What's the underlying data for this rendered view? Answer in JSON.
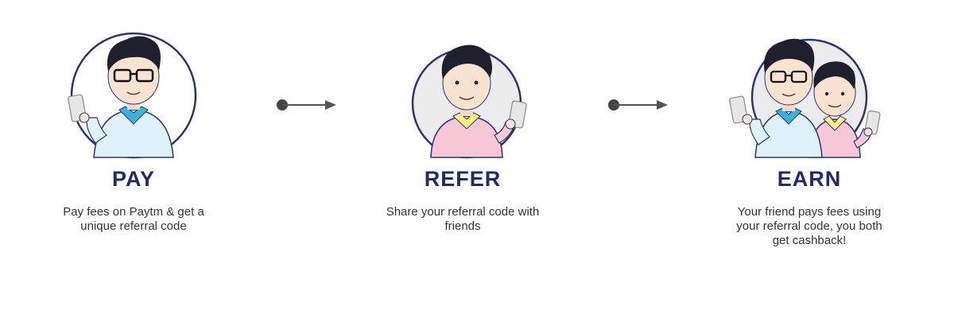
{
  "steps": [
    {
      "title": "PAY",
      "description": "Pay fees on Paytm & get a unique referral code"
    },
    {
      "title": "REFER",
      "description": "Share your referral code with friends"
    },
    {
      "title": "EARN",
      "description": "Your friend pays fees using your referral code, you both get cashback!"
    }
  ],
  "icons": {
    "step1": "person-with-phone-icon",
    "step2": "person-sharing-phone-icon",
    "step3": "two-people-with-phones-icon",
    "connector": "arrow-right-icon"
  },
  "colors": {
    "title": "#1f2a74",
    "text": "#333333",
    "circle_ring": "#2b3380",
    "circle_fill": "#ececec",
    "arrow": "#555555"
  }
}
